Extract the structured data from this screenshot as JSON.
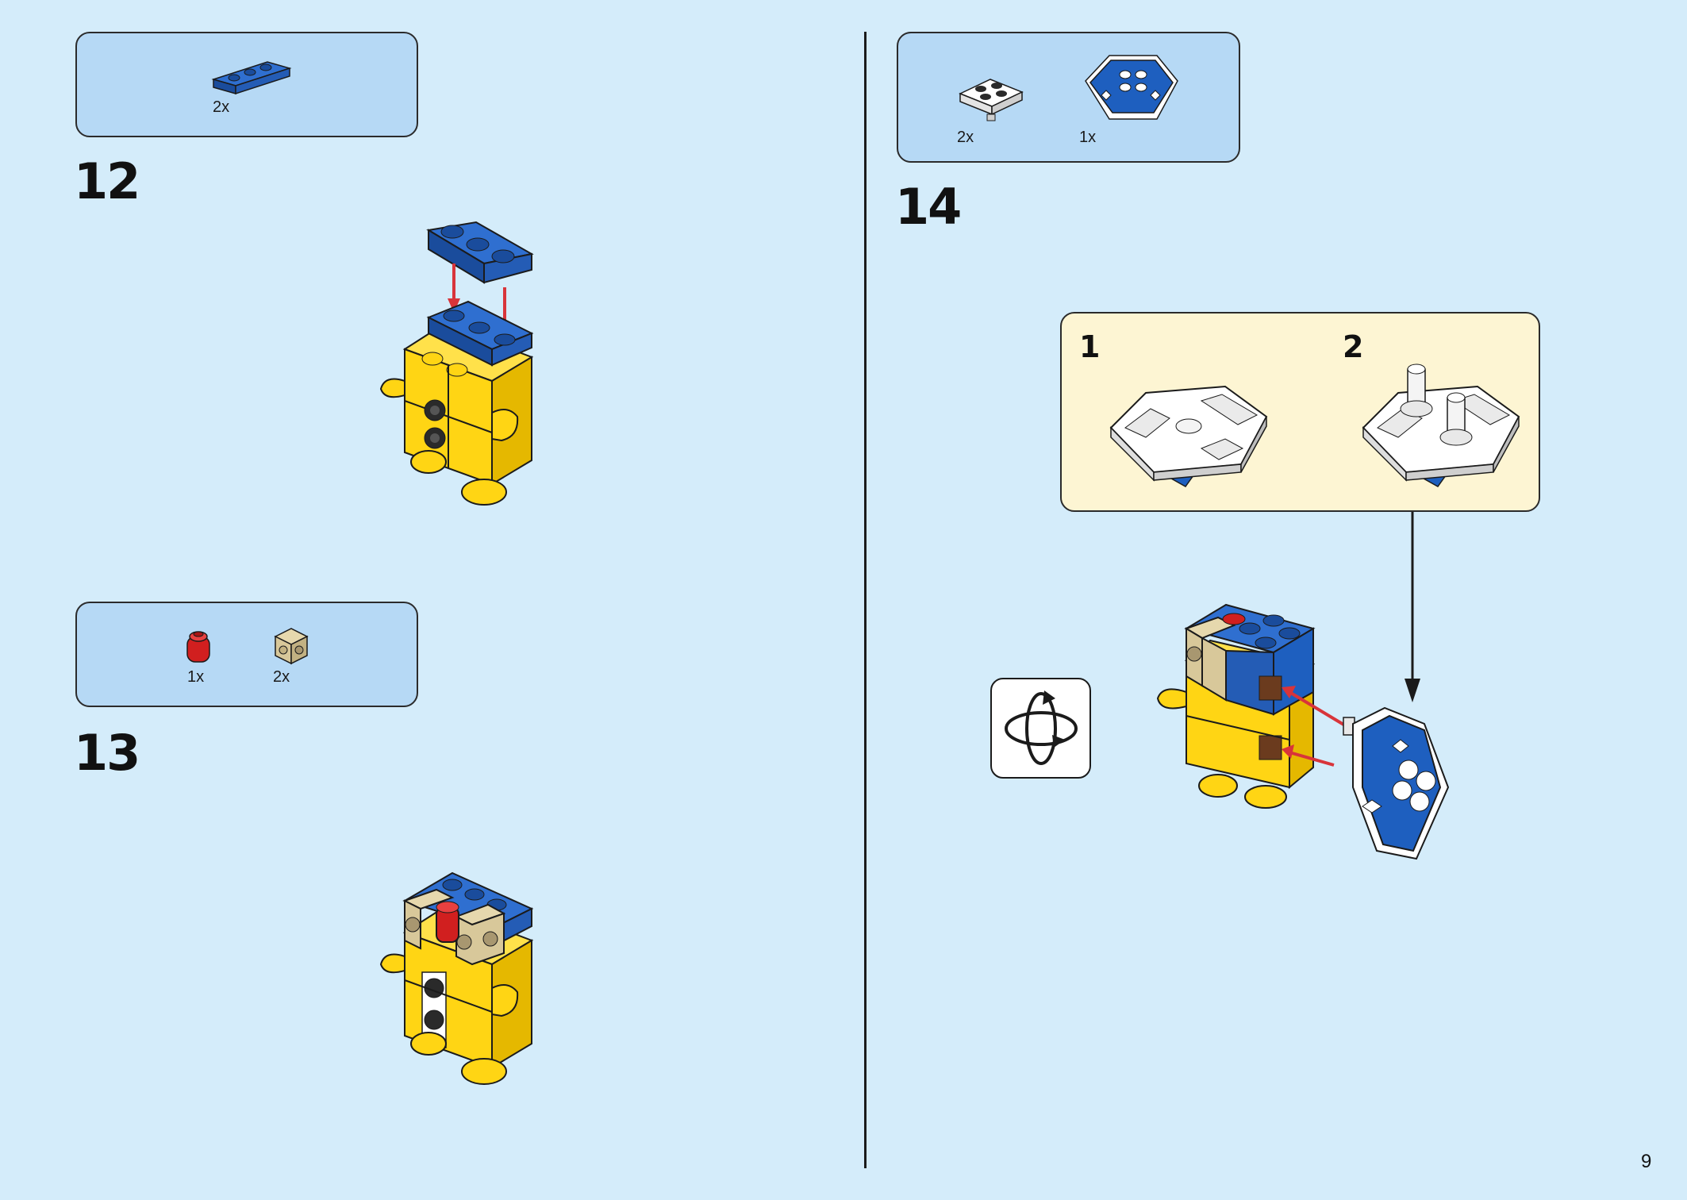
{
  "page": {
    "number": "9"
  },
  "steps": [
    {
      "number": "12",
      "parts": [
        {
          "name": "blue-plate-1x3",
          "qty": "2x"
        }
      ]
    },
    {
      "number": "13",
      "parts": [
        {
          "name": "red-round-brick",
          "qty": "1x"
        },
        {
          "name": "tan-brick-studs",
          "qty": "2x"
        }
      ]
    },
    {
      "number": "14",
      "parts": [
        {
          "name": "white-plate-2x2",
          "qty": "2x"
        },
        {
          "name": "blue-dome-piece",
          "qty": "1x"
        }
      ],
      "substeps": [
        {
          "number": "1"
        },
        {
          "number": "2"
        }
      ]
    }
  ],
  "colors": {
    "background": "#d4ecfa",
    "parts_box": "#b6d9f5",
    "substep_box": "#fdf5d3",
    "lego_yellow": "#ffd514",
    "lego_blue": "#1e5fbf",
    "lego_red": "#d11f1f",
    "lego_tan": "#d8c89a",
    "arrow_red": "#d8343a"
  },
  "icons": [
    "rotate-model-icon",
    "down-arrow-icon"
  ]
}
